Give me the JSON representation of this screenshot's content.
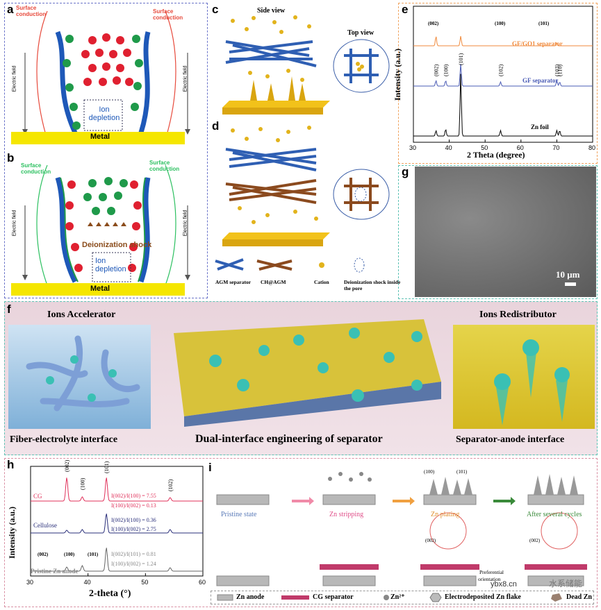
{
  "panels": {
    "a": {
      "label": "a",
      "surface_left": "Surface conduction",
      "surface_right": "Surface conduction",
      "efield_left": "Electric field",
      "efield_right": "Electric field",
      "ion_depletion": "Ion depletion",
      "metal": "Metal"
    },
    "b": {
      "label": "b",
      "surface_left": "Surface conduction",
      "surface_right": "Surface conduction",
      "efield_left": "Electric field",
      "efield_right": "Electric field",
      "deionization": "Deionization shock",
      "ion_depletion": "Ion depletion",
      "metal": "Metal"
    },
    "c": {
      "label": "c",
      "side_view": "Side view",
      "top_view": "Top view"
    },
    "d": {
      "label": "d",
      "legend": [
        "AGM separator",
        "CH@AGM",
        "Cation",
        "Deionization shock inside the pore"
      ]
    },
    "e": {
      "label": "e",
      "ylabel": "Intensity (a.u.)",
      "xlabel": "2 Theta (degree)",
      "traces": [
        "GF/GO1 separator",
        "GF separator",
        "Zn foil"
      ],
      "peaks": [
        "(002)",
        "(100)",
        "(101)",
        "(102)",
        "(103)",
        "(110)"
      ],
      "crystal_labels": [
        "(002)",
        "(100)",
        "(101)"
      ],
      "ticks": [
        "30",
        "40",
        "50",
        "60",
        "70",
        "80"
      ]
    },
    "f": {
      "label": "f",
      "left_title": "Ions Accelerator",
      "left_caption": "Fiber-electrolyte interface",
      "center_caption": "Dual-interface engineering of separator",
      "right_title": "Ions Redistributor",
      "right_caption": "Separator-anode interface"
    },
    "g": {
      "label": "g",
      "scale": "10 μm"
    },
    "h": {
      "label": "h",
      "ylabel": "Intensity (a.u.)",
      "xlabel": "2-theta (°)",
      "traces": [
        "CG",
        "Cellulose",
        "Pristine Zn anode"
      ],
      "peaks": [
        "(002)",
        "(100)",
        "(101)",
        "(102)"
      ],
      "crystal_labels": [
        "(002)",
        "(100)",
        "(101)"
      ],
      "ratios": [
        {
          "a": "I(002)/I(100) = 7.55",
          "b": "I(100)/I(002) = 0.13"
        },
        {
          "a": "I(002)/I(100) = 0.36",
          "b": "I(100)/I(002) = 2.75"
        },
        {
          "a": "I(002)/I(101) = 0.81",
          "b": "I(100)/I(002) = 1.24"
        }
      ],
      "ticks": [
        "30",
        "40",
        "50",
        "60"
      ]
    },
    "i": {
      "label": "i",
      "steps": [
        "Pristine state",
        "Zn stripping",
        "Zn plating",
        "After several cycles"
      ],
      "crystal_labels": [
        "(100)",
        "(101)",
        "(002)",
        "(002)"
      ],
      "preferential": "Preferential",
      "orientation": "orientation",
      "legend": [
        "Zn anode",
        "CG separator",
        "Zn²⁺",
        "Electrodeposited Zn flake",
        "Dead Zn"
      ]
    }
  },
  "watermark": "ybx8.cn",
  "watermark2": "水系储能",
  "colors": {
    "blue_fiber": "#2f5fb3",
    "brown_fiber": "#8b4a1e",
    "gold": "#e2b31c",
    "red_ion": "#e02030",
    "green_ion": "#1f9a4a",
    "cg": "#e0305a",
    "cellulose": "#2a2f7a",
    "zn": "#666666",
    "gf_go": "#f08a3c",
    "gf": "#4a5bb5"
  }
}
